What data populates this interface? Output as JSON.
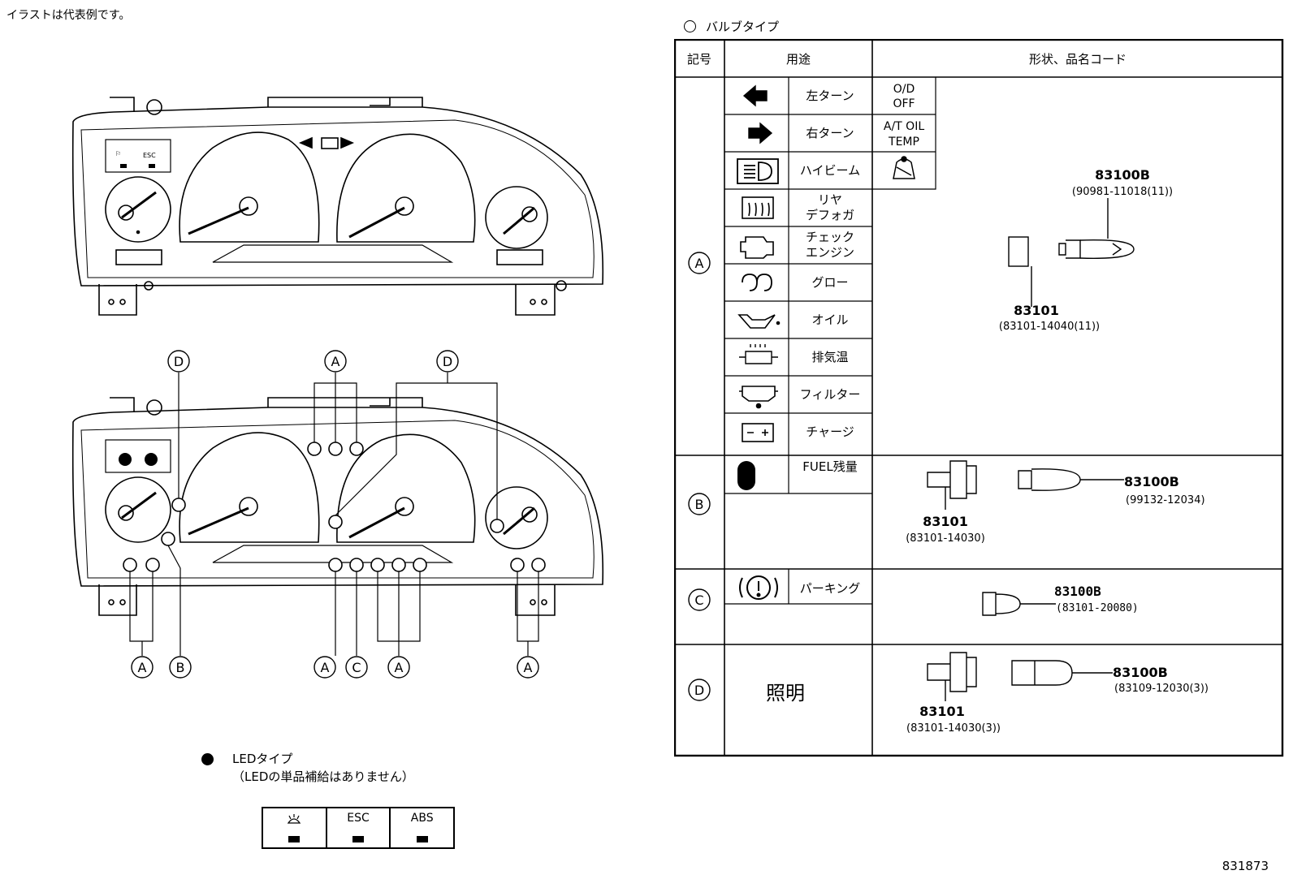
{
  "note": "イラストは代表例です。",
  "legend": {
    "bulb_type": "バルブタイプ"
  },
  "table": {
    "headers": {
      "symbol": "記号",
      "usage": "用途",
      "shape": "形状、品名コード"
    },
    "row_a": {
      "symbol": "A",
      "items": [
        {
          "icon": "left-turn-arrow-icon",
          "label": "左ターン"
        },
        {
          "icon": "right-turn-arrow-icon",
          "label": "右ターン"
        },
        {
          "icon": "high-beam-icon",
          "label": "ハイビーム"
        },
        {
          "icon": "rear-defogger-icon",
          "label_line1": "リヤ",
          "label_line2": "デフォガ"
        },
        {
          "icon": "check-engine-icon",
          "label_line1": "チェック",
          "label_line2": "エンジン"
        },
        {
          "icon": "glow-plug-icon",
          "label": "グロー"
        },
        {
          "icon": "oil-can-icon",
          "label": "オイル"
        },
        {
          "icon": "exhaust-temp-icon",
          "label": "排気温"
        },
        {
          "icon": "fuel-filter-icon",
          "label": "フィルター"
        },
        {
          "icon": "battery-charge-icon",
          "label": "チャージ"
        }
      ],
      "extra": {
        "od_line1": "O/D",
        "od_line2": "OFF",
        "at_line1": "A/T OIL",
        "at_line2": "TEMP",
        "seat_icon": "seatbelt-icon"
      },
      "bulb_part": "83100B",
      "bulb_code": "(90981-11018(11))",
      "socket_part": "83101",
      "socket_code": "(83101-14040(11))"
    },
    "row_b": {
      "symbol": "B",
      "label": "FUEL残量",
      "icon": "fuel-level-icon",
      "bulb_part": "83100B",
      "bulb_code": "(99132-12034)",
      "socket_part": "83101",
      "socket_code": "(83101-14030)"
    },
    "row_c": {
      "symbol": "C",
      "label": "パーキング",
      "icon": "parking-brake-icon",
      "bulb_part": "83100B",
      "bulb_code": "(83101-20080)"
    },
    "row_d": {
      "symbol": "D",
      "label": "照明",
      "bulb_part": "83100B",
      "bulb_code": "(83109-12030(3))",
      "socket_part": "83101",
      "socket_code": "(83101-14030(3))"
    }
  },
  "cluster_callouts": {
    "top": [
      "D",
      "A",
      "D"
    ],
    "bottom": [
      "A",
      "B",
      "A",
      "C",
      "A",
      "A"
    ]
  },
  "cluster_labels": {
    "esc": "ESC"
  },
  "led": {
    "title": "LEDタイプ",
    "subtitle": "（LEDの単品補給はありません）",
    "cells": [
      {
        "icon": "washer-icon",
        "label": ""
      },
      {
        "icon": "",
        "label": "ESC"
      },
      {
        "icon": "",
        "label": "ABS"
      }
    ]
  },
  "page_code": "831873"
}
